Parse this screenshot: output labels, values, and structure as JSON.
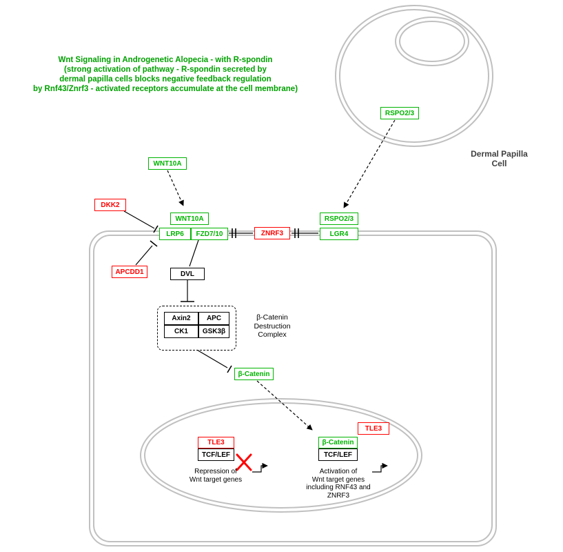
{
  "title": "Wnt Signaling in Androgenetic Alopecia - with R-spondin\n(strong activation of pathway - R-spondin secreted by\ndermal papilla cells blocks negative feedback regulation\nby Rnf43/Znrf3 - activated receptors accumulate at the cell membrane)",
  "dermal_papilla_cell": {
    "label": "Dermal Papilla\nCell",
    "rspo23": "RSPO2/3"
  },
  "membrane": {
    "wnt10a_ligand": "WNT10A",
    "wnt10a_bound": "WNT10A",
    "lrp6": "LRP6",
    "fzd7_10": "FZD7/10",
    "znrf3": "ZNRF3",
    "rspo2_3": "RSPO2/3",
    "lgr4": "LGR4",
    "dkk2": "DKK2",
    "apcdd1": "APCDD1"
  },
  "cytoplasm": {
    "dvl": "DVL",
    "destruction_complex": {
      "axin2": "Axin2",
      "apc": "APC",
      "ck1": "CK1",
      "gsk3b": "GSK3β",
      "label": "β-Catenin Destruction\nComplex"
    },
    "b_catenin": "β-Catenin"
  },
  "nucleus": {
    "tle3_repressor": "TLE3",
    "tcf_lef_repressed": "TCF/LEF",
    "repression_note": "Repression of\nWnt target genes",
    "b_catenin": "β-Catenin",
    "tcf_lef_active": "TCF/LEF",
    "activation_note": "Activation of\nWnt target genes\nincluding RNF43 and\nZNRF3",
    "tle3_displaced": "TLE3"
  },
  "colors": {
    "green": "#00b400",
    "red": "#ff0000",
    "title_green": "#00a000",
    "membrane_gray": "#c0c0c0",
    "label_gray": "#404040",
    "black": "#000000"
  }
}
